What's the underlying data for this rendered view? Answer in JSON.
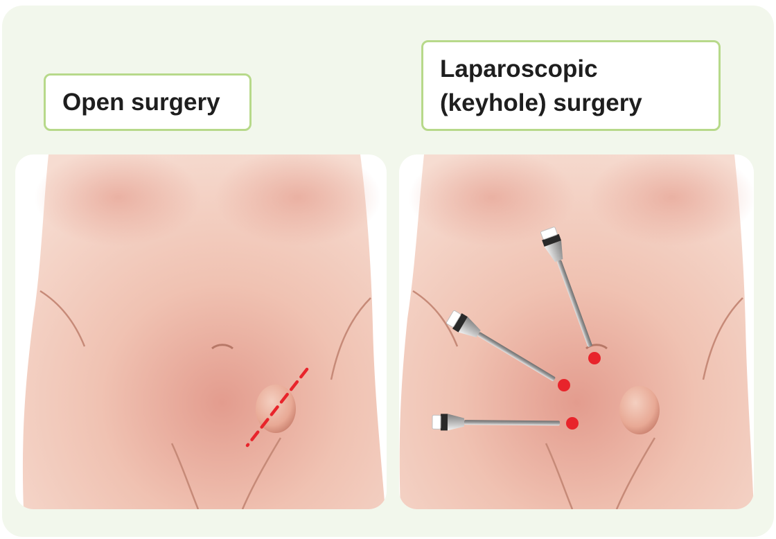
{
  "labels": {
    "open": "Open surgery",
    "laparoscopic": "Laparoscopic\n(keyhole) surgery"
  },
  "colors": {
    "background": "#f2f7ec",
    "label_border": "#b7d98a",
    "skin": "#f1c6b4",
    "skin_shadow": "#dc8d80",
    "incision": "#e8242b",
    "port_dot": "#e8242b"
  },
  "icons": {
    "open_panel": "abdomen-with-hernia-and-incision-line",
    "laparoscopic_panel": "abdomen-with-three-trocar-instruments"
  }
}
